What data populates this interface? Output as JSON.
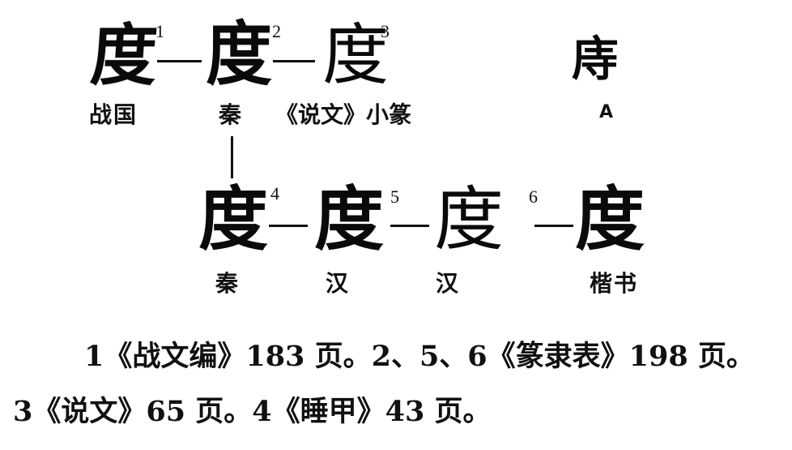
{
  "figure": {
    "subject_character": "度",
    "top_row": [
      {
        "glyph": "度",
        "label": "战国",
        "footnote": "1"
      },
      {
        "glyph": "度",
        "label": "秦",
        "footnote": "2"
      },
      {
        "glyph": "度",
        "label": "《说文》小篆",
        "footnote": "3"
      }
    ],
    "variant_A": {
      "glyph": "庤",
      "label": "A"
    },
    "bottom_row": [
      {
        "glyph": "度",
        "label": "秦",
        "footnote": "4"
      },
      {
        "glyph": "度",
        "label": "汉",
        "footnote": "5"
      },
      {
        "glyph": "度",
        "label": "汉",
        "footnote": "6"
      },
      {
        "glyph": "度",
        "label": "楷书"
      }
    ]
  },
  "notes": {
    "line1": "1《战文编》183 页。2、5、6《篆隶表》198 页。",
    "line2": "3《说文》65 页。4《睡甲》43 页。"
  }
}
